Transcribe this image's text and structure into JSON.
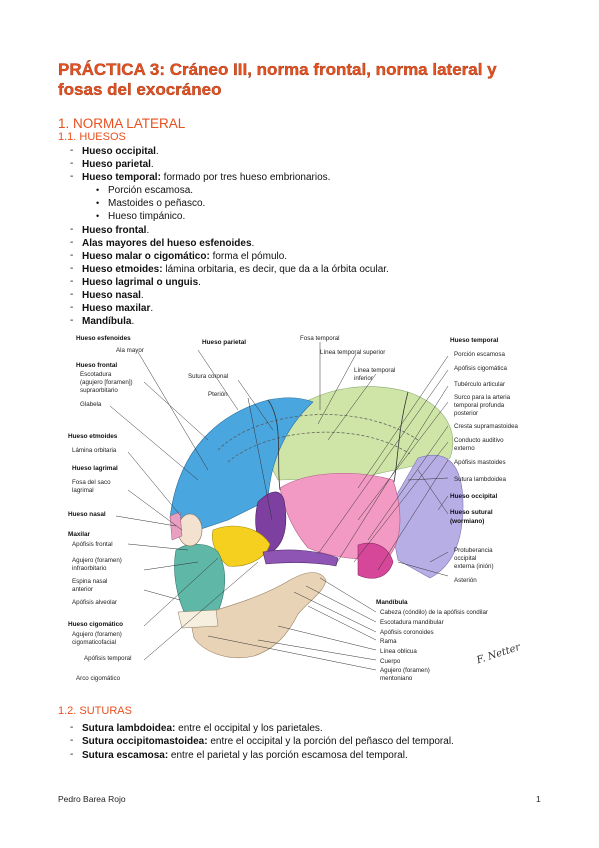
{
  "title": "PRÁCTICA 3: Cráneo III, norma frontal, norma lateral y fosas del exocráneo",
  "section1": "1. NORMA LATERAL",
  "subsection1": "1.1. HUESOS",
  "bones": [
    {
      "bold": "Hueso occipital",
      "rest": "."
    },
    {
      "bold": "Hueso parietal",
      "rest": "."
    },
    {
      "bold": "Hueso temporal:",
      "rest": " formado por tres hueso embrionarios."
    },
    {
      "bold": "Hueso frontal",
      "rest": "."
    },
    {
      "bold": "Alas mayores del hueso esfenoides",
      "rest": "."
    },
    {
      "bold": "Hueso malar o cigomático:",
      "rest": " forma el pómulo."
    },
    {
      "bold": "Hueso etmoides:",
      "rest": " lámina orbitaria, es decir, que da a la órbita ocular."
    },
    {
      "bold": "Hueso lagrimal o unguis",
      "rest": "."
    },
    {
      "bold": "Hueso nasal",
      "rest": "."
    },
    {
      "bold": "Hueso maxilar",
      "rest": "."
    },
    {
      "bold": "Mandíbula",
      "rest": "."
    }
  ],
  "temporal_parts": [
    "Porción escamosa.",
    "Mastoides o peñasco.",
    "Hueso timpánico."
  ],
  "figure": {
    "left_labels": [
      {
        "text": "Hueso esfenoides",
        "bold": true
      },
      {
        "text": "Ala mayor",
        "bold": false
      },
      {
        "text": "Hueso frontal",
        "bold": true
      },
      {
        "text": "Escotadura",
        "bold": false
      },
      {
        "text": "(agujero [foramen])",
        "bold": false
      },
      {
        "text": "supraorbitario",
        "bold": false
      },
      {
        "text": "Glabela",
        "bold": false
      },
      {
        "text": "Hueso etmoides",
        "bold": true
      },
      {
        "text": "Lámina orbitaria",
        "bold": false
      },
      {
        "text": "Hueso lagrimal",
        "bold": true
      },
      {
        "text": "Fosa del saco",
        "bold": false
      },
      {
        "text": "lagrimal",
        "bold": false
      },
      {
        "text": "Hueso nasal",
        "bold": true
      },
      {
        "text": "Maxilar",
        "bold": true
      },
      {
        "text": "Apófisis frontal",
        "bold": false
      },
      {
        "text": "Agujero (foramen)",
        "bold": false
      },
      {
        "text": "infraorbitario",
        "bold": false
      },
      {
        "text": "Espina nasal",
        "bold": false
      },
      {
        "text": "anterior",
        "bold": false
      },
      {
        "text": "Apófisis alveolar",
        "bold": false
      },
      {
        "text": "Hueso cigomático",
        "bold": true
      },
      {
        "text": "Agujero (foramen)",
        "bold": false
      },
      {
        "text": "cigomaticofacial",
        "bold": false
      },
      {
        "text": "Apófisis temporal",
        "bold": false
      },
      {
        "text": "Arco cigomático",
        "bold": false
      }
    ],
    "top_labels": [
      {
        "text": "Hueso parietal",
        "bold": true
      },
      {
        "text": "Sutura coronal",
        "bold": false
      },
      {
        "text": "Pterión",
        "bold": false
      },
      {
        "text": "Fosa temporal",
        "bold": false
      },
      {
        "text": "Línea temporal superior",
        "bold": false
      },
      {
        "text": "Línea temporal",
        "bold": false
      },
      {
        "text": "inferior",
        "bold": false
      }
    ],
    "right_labels": [
      {
        "text": "Hueso temporal",
        "bold": true
      },
      {
        "text": "Porción escamosa",
        "bold": false
      },
      {
        "text": "Apófisis cigomática",
        "bold": false
      },
      {
        "text": "Tubérculo articular",
        "bold": false
      },
      {
        "text": "Surco para la arteria",
        "bold": false
      },
      {
        "text": "temporal profunda",
        "bold": false
      },
      {
        "text": "posterior",
        "bold": false
      },
      {
        "text": "Cresta supramastoidea",
        "bold": false
      },
      {
        "text": "Conducto auditivo",
        "bold": false
      },
      {
        "text": "externo",
        "bold": false
      },
      {
        "text": "Apófisis mastoides",
        "bold": false
      },
      {
        "text": "Sutura lambdoidea",
        "bold": false
      },
      {
        "text": "Hueso occipital",
        "bold": true
      },
      {
        "text": "Hueso sutural",
        "bold": true
      },
      {
        "text": "(wormiano)",
        "bold": true
      },
      {
        "text": "Protuberancia",
        "bold": false
      },
      {
        "text": "occipital",
        "bold": false
      },
      {
        "text": "externa (inión)",
        "bold": false
      },
      {
        "text": "Asterión",
        "bold": false
      }
    ],
    "bottom_labels": [
      {
        "text": "Mandíbula",
        "bold": true
      },
      {
        "text": "Cabeza (cóndilo) de la apófisis condilar",
        "bold": false
      },
      {
        "text": "Escotadura mandibular",
        "bold": false
      },
      {
        "text": "Apófisis coronoides",
        "bold": false
      },
      {
        "text": "Rama",
        "bold": false
      },
      {
        "text": "Línea oblicua",
        "bold": false
      },
      {
        "text": "Cuerpo",
        "bold": false
      },
      {
        "text": "Agujero (foramen)",
        "bold": false
      },
      {
        "text": "mentoniano",
        "bold": false
      }
    ],
    "signature": "F. Netter"
  },
  "subsection2": "1.2. SUTURAS",
  "sutures": [
    {
      "bold": "Sutura lambdoidea:",
      "rest": " entre el occipital y los parietales."
    },
    {
      "bold": "Sutura occipitomastoidea:",
      "rest": " entre el occipital y la porción del peñasco del temporal."
    },
    {
      "bold": "Sutura escamosa:",
      "rest": " entre el parietal y las porción escamosa del temporal."
    }
  ],
  "footer": "Pedro Barea Rojo",
  "page_number": "1"
}
